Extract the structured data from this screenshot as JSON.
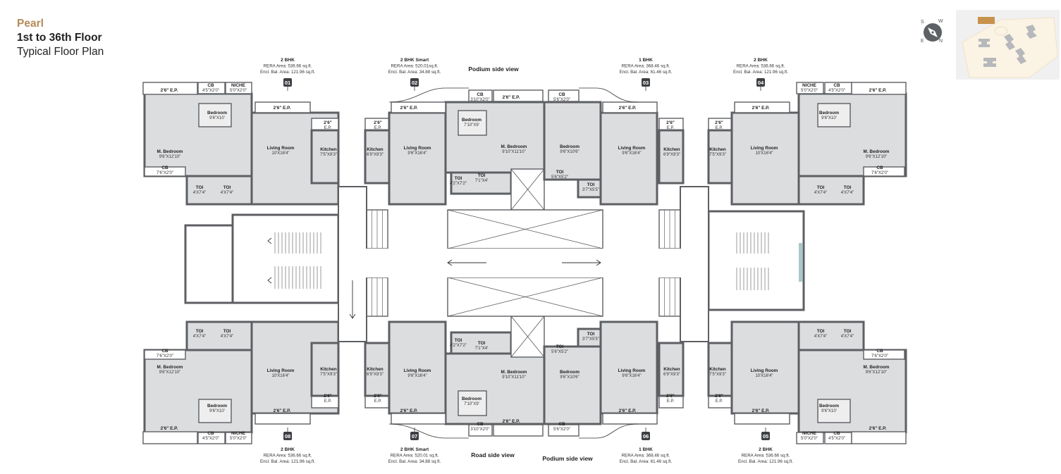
{
  "header": {
    "project": "Pearl",
    "floors": "1st to 36th Floor",
    "plan_type": "Typical Floor Plan"
  },
  "compass": {
    "letters": [
      "S",
      "W",
      "E",
      "N"
    ],
    "icon": "compass-icon"
  },
  "key_plan": {
    "icon": "site-key-plan",
    "highlight_color": "#c8924a"
  },
  "views": {
    "top": "Podium side view",
    "bottom_road": "Road side view",
    "bottom_podium": "Podium side view"
  },
  "colors": {
    "floor": "#dcdddf",
    "wall": "#5d5f63",
    "balcony": "#ffffff",
    "accent": "#b58a5a",
    "glass": "#a9c9c9"
  },
  "units": [
    {
      "number": "01",
      "type": "2 BHK",
      "rera": "RERA Area: 536.66 sq.ft.",
      "balcony": "Encl. Bal. Area: 121.96 sq.ft.",
      "rooms": [
        {
          "name": "2'6\" E.P.",
          "size": ""
        },
        {
          "name": "CB",
          "size": "4'5\"X2'0\""
        },
        {
          "name": "NICHE",
          "size": "5'0\"X2'0\""
        },
        {
          "name": "Bedroom",
          "size": "9'6\"X10'"
        },
        {
          "name": "M. Bedroom",
          "size": "9'6\"X12'10\""
        },
        {
          "name": "CB",
          "size": "7'6\"X2'0\""
        },
        {
          "name": "2'6\" E.P.",
          "size": ""
        },
        {
          "name": "Living Room",
          "size": "10'X16'4\""
        },
        {
          "name": "2'6\"",
          "size": "E.P."
        },
        {
          "name": "Kitchen",
          "size": "7'5\"X9'3\""
        },
        {
          "name": "TOI",
          "size": "4'X7'4\""
        },
        {
          "name": "TOI",
          "size": "4'X7'4\""
        }
      ]
    },
    {
      "number": "02",
      "type": "2 BHK Smart",
      "rera": "RERA Area: 520.01sq.ft.",
      "balcony": "Encl. Bal. Area: 34.88 sq.ft.",
      "rooms": [
        {
          "name": "2'6\"",
          "size": "E.P."
        },
        {
          "name": "Kitchen",
          "size": "6'9\"X9'3\""
        },
        {
          "name": "2'6\" E.P.",
          "size": ""
        },
        {
          "name": "Living Room",
          "size": "9'6\"X16'4\""
        },
        {
          "name": "CB",
          "size": "3'10\"X2'0\""
        },
        {
          "name": "2'6\" E.P.",
          "size": ""
        },
        {
          "name": "Bedroom",
          "size": "7'10\"X9'"
        },
        {
          "name": "M. Bedroom",
          "size": "9'10\"X11'10\""
        },
        {
          "name": "TOI",
          "size": "4'2\"X7'2\""
        },
        {
          "name": "TOI",
          "size": "7'1\"X4'"
        }
      ]
    },
    {
      "number": "03",
      "type": "1 BHK",
      "rera": "RERA Area: 368.46 sq.ft.",
      "balcony": "Encl. Bal. Area: 61.46 sq.ft.",
      "rooms": [
        {
          "name": "CB",
          "size": "5'6\"X2'0\""
        },
        {
          "name": "Bedroom",
          "size": "9'6\"X10'6\""
        },
        {
          "name": "TOI",
          "size": "5'6\"X5'2\""
        },
        {
          "name": "TOI",
          "size": "3'7\"X5'5\""
        },
        {
          "name": "2'6\" E.P.",
          "size": ""
        },
        {
          "name": "Living Room",
          "size": "9'6\"X16'4\""
        },
        {
          "name": "2'6\"",
          "size": "E.P."
        },
        {
          "name": "Kitchen",
          "size": "6'9\"X9'3\""
        }
      ]
    },
    {
      "number": "04",
      "type": "2 BHK",
      "rera": "RERA Area: 536.66 sq.ft.",
      "balcony": "Encl. Bal. Area: 121.96 sq.ft.",
      "rooms": [
        {
          "name": "2'6\"",
          "size": "E.P."
        },
        {
          "name": "Kitchen",
          "size": "7'5\"X9'3\""
        },
        {
          "name": "2'6\" E.P.",
          "size": ""
        },
        {
          "name": "Living Room",
          "size": "10'X16'4\""
        },
        {
          "name": "NICHE",
          "size": "5'0\"X2'0\""
        },
        {
          "name": "CB",
          "size": "4'5\"X2'0\""
        },
        {
          "name": "2'6\" E.P.",
          "size": ""
        },
        {
          "name": "Bedroom",
          "size": "9'6\"X10'"
        },
        {
          "name": "M. Bedroom",
          "size": "9'6\"X12'10\""
        },
        {
          "name": "CB",
          "size": "7'6\"X2'0\""
        },
        {
          "name": "TOI",
          "size": "4'X7'4\""
        },
        {
          "name": "TOI",
          "size": "4'X7'4\""
        }
      ]
    },
    {
      "number": "05",
      "type": "2 BHK",
      "rera": "RERA Area: 536.66 sq.ft.",
      "balcony": "Encl. Bal. Area: 121.96 sq.ft.",
      "rooms": [
        {
          "name": "2'6\"",
          "size": "E.P."
        },
        {
          "name": "Kitchen",
          "size": "7'5\"X9'3\""
        },
        {
          "name": "2'6\" E.P.",
          "size": ""
        },
        {
          "name": "Living Room",
          "size": "10'X16'4\""
        },
        {
          "name": "NICHE",
          "size": "5'0\"X2'0\""
        },
        {
          "name": "CB",
          "size": "4'5\"X2'0\""
        },
        {
          "name": "2'6\" E.P.",
          "size": ""
        },
        {
          "name": "Bedroom",
          "size": "9'6\"X10'"
        },
        {
          "name": "M. Bedroom",
          "size": "9'6\"X12'10\""
        },
        {
          "name": "CB",
          "size": "7'6\"X2'0\""
        },
        {
          "name": "TOI",
          "size": "4'X7'4\""
        },
        {
          "name": "TOI",
          "size": "4'X7'4\""
        }
      ]
    },
    {
      "number": "06",
      "type": "1 BHK",
      "rera": "RERA Area: 368.46 sq.ft.",
      "balcony": "Encl. Bal. Area: 61.46 sq.ft.",
      "rooms": [
        {
          "name": "CB",
          "size": "5'6\"X2'0\""
        },
        {
          "name": "Bedroom",
          "size": "9'6\"X10'6\""
        },
        {
          "name": "TOI",
          "size": "5'6\"X5'2\""
        },
        {
          "name": "TOI",
          "size": "3'7\"X5'5\""
        },
        {
          "name": "2'6\" E.P.",
          "size": ""
        },
        {
          "name": "Living Room",
          "size": "9'6\"X16'4\""
        },
        {
          "name": "2'6\"",
          "size": "E.P."
        },
        {
          "name": "Kitchen",
          "size": "6'9\"X9'3\""
        }
      ]
    },
    {
      "number": "07",
      "type": "2 BHK Smart",
      "rera": "RERA Area: 520.01 sq.ft.",
      "balcony": "Encl. Bal. Area: 34.88 sq.ft.",
      "rooms": [
        {
          "name": "2'6\"",
          "size": "E.P."
        },
        {
          "name": "Kitchen",
          "size": "6'9\"X9'3\""
        },
        {
          "name": "2'6\" E.P.",
          "size": ""
        },
        {
          "name": "Living Room",
          "size": "9'6\"X16'4\""
        },
        {
          "name": "CB",
          "size": "3'10\"X2'0\""
        },
        {
          "name": "2'6\" E.P.",
          "size": ""
        },
        {
          "name": "Bedroom",
          "size": "7'10\"X9'"
        },
        {
          "name": "M. Bedroom",
          "size": "9'10\"X11'10\""
        },
        {
          "name": "TOI",
          "size": "4'2\"X7'2\""
        },
        {
          "name": "TOI",
          "size": "7'1\"X4'"
        }
      ]
    },
    {
      "number": "08",
      "type": "2 BHK",
      "rera": "RERA Area: 536.66 sq.ft.",
      "balcony": "Encl. Bal. Area: 121.96 sq.ft.",
      "rooms": [
        {
          "name": "2'6\" E.P.",
          "size": ""
        },
        {
          "name": "CB",
          "size": "4'5\"X2'0\""
        },
        {
          "name": "NICHE",
          "size": "5'0\"X2'0\""
        },
        {
          "name": "Bedroom",
          "size": "9'6\"X10'"
        },
        {
          "name": "M. Bedroom",
          "size": "9'6\"X12'10\""
        },
        {
          "name": "CB",
          "size": "7'6\"X2'0\""
        },
        {
          "name": "2'6\" E.P.",
          "size": ""
        },
        {
          "name": "Living Room",
          "size": "10'X16'4\""
        },
        {
          "name": "2'6\"",
          "size": "E.P."
        },
        {
          "name": "Kitchen",
          "size": "7'5\"X9'3\""
        },
        {
          "name": "TOI",
          "size": "4'X7'4\""
        },
        {
          "name": "TOI",
          "size": "4'X7'4\""
        }
      ]
    }
  ]
}
